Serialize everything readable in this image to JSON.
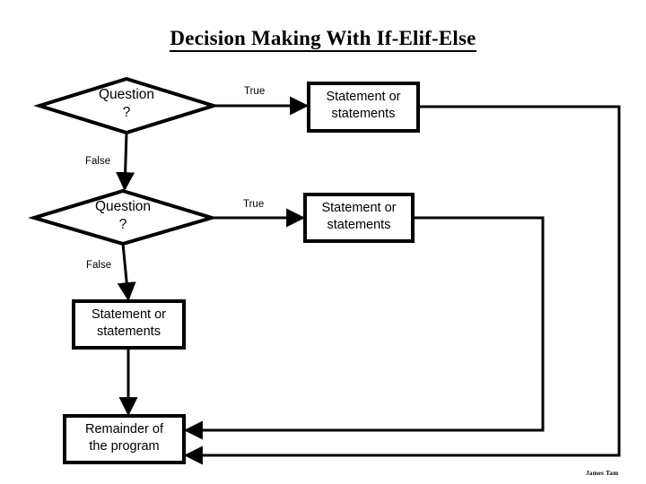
{
  "page": {
    "title": "Decision Making With If-Elif-Else",
    "background_color": "#ffffff",
    "stroke_color": "#000000",
    "credit": "James Tam"
  },
  "diagram": {
    "type": "flowchart",
    "nodes": [
      {
        "id": "question-1",
        "shape": "diamond",
        "line1": "Question",
        "line2": "?"
      },
      {
        "id": "statement-1",
        "shape": "rectangle",
        "line1": "Statement or",
        "line2": "statements"
      },
      {
        "id": "question-2",
        "shape": "diamond",
        "line1": "Question",
        "line2": "?"
      },
      {
        "id": "statement-2",
        "shape": "rectangle",
        "line1": "Statement or",
        "line2": "statements"
      },
      {
        "id": "statement-3",
        "shape": "rectangle",
        "line1": "Statement or",
        "line2": "statements"
      },
      {
        "id": "remainder",
        "shape": "rectangle",
        "line1": "Remainder of",
        "line2": "the program"
      }
    ],
    "edge_labels": {
      "true_1": "True",
      "false_1": "False",
      "true_2": "True",
      "false_2": "False"
    }
  }
}
